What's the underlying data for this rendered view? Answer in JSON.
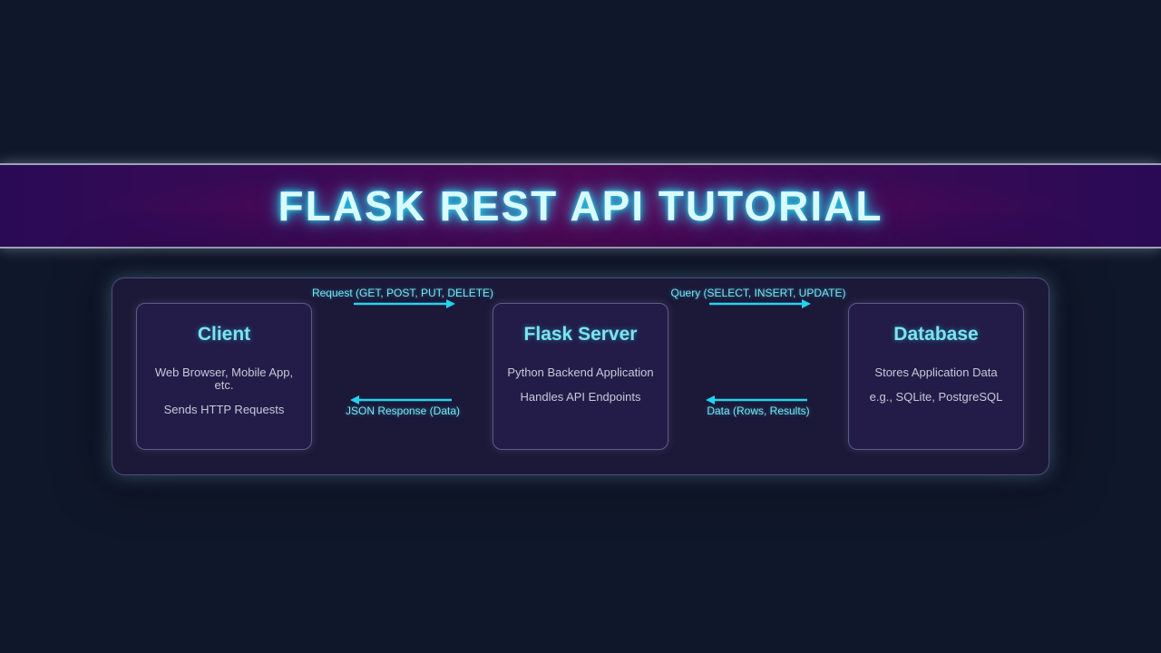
{
  "title": "FLASK REST API TUTORIAL",
  "colors": {
    "accent": "#22d3ee",
    "background": "#0f172a",
    "panel": "#1c1838",
    "node": "#231c48"
  },
  "nodes": {
    "client": {
      "title": "Client",
      "line1": "Web Browser, Mobile App, etc.",
      "line2": "Sends HTTP Requests"
    },
    "server": {
      "title": "Flask Server",
      "line1": "Python Backend Application",
      "line2": "Handles API Endpoints"
    },
    "database": {
      "title": "Database",
      "line1": "Stores Application Data",
      "line2": "e.g., SQLite, PostgreSQL"
    }
  },
  "flows": {
    "request": "Request (GET, POST, PUT, DELETE)",
    "response": "JSON Response (Data)",
    "query": "Query (SELECT, INSERT, UPDATE)",
    "data": "Data (Rows, Results)"
  }
}
